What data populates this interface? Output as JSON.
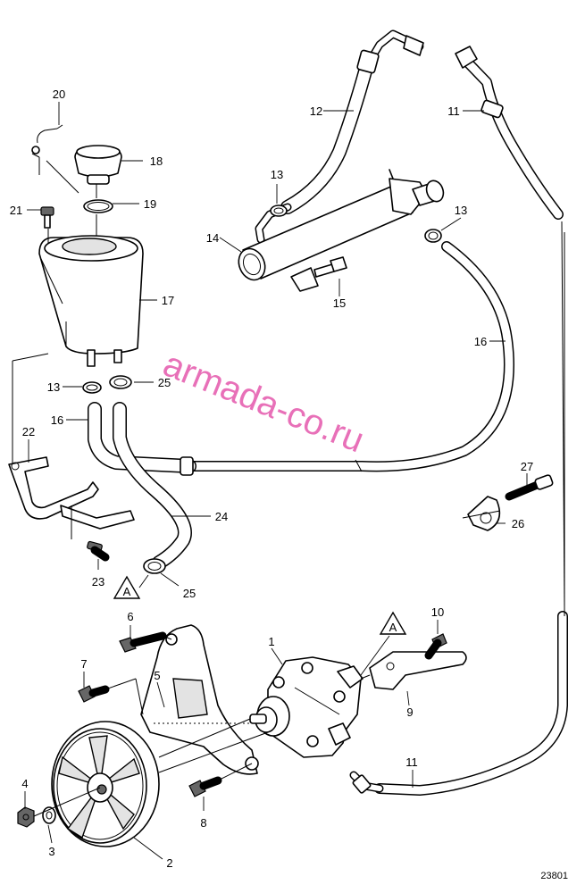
{
  "diagram": {
    "labels": {
      "p1": "1",
      "p2": "2",
      "p3": "3",
      "p4": "4",
      "p5": "5",
      "p6": "6",
      "p7": "7",
      "p8": "8",
      "p9": "9",
      "p10": "10",
      "p11a": "11",
      "p11b": "11",
      "p12": "12",
      "p13a": "13",
      "p13b": "13",
      "p13c": "13",
      "p14": "14",
      "p15": "15",
      "p16a": "16",
      "p16b": "16",
      "p17": "17",
      "p18": "18",
      "p19": "19",
      "p20": "20",
      "p21": "21",
      "p22": "22",
      "p23": "23",
      "p24": "24",
      "p25a": "25",
      "p25b": "25",
      "p26": "26",
      "p27": "27"
    },
    "ref_markers": {
      "a1": "A",
      "a2": "A"
    },
    "watermark": "armada-co.ru",
    "drawing_number": "23801"
  }
}
